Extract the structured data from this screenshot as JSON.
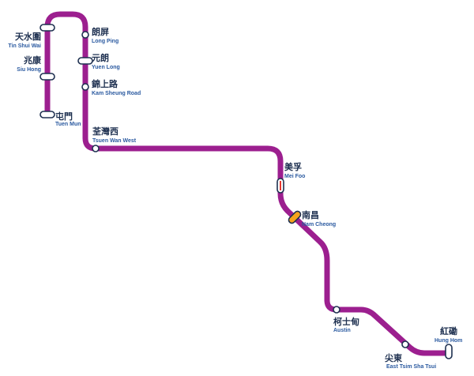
{
  "map": {
    "line_color": "#9c1f8f",
    "stations": [
      {
        "id": "tin-shui-wai",
        "zh": "天水圍",
        "en": "Tin Shui Wai",
        "interchange": true
      },
      {
        "id": "siu-hong",
        "zh": "兆康",
        "en": "Siu Hong",
        "interchange": true
      },
      {
        "id": "tuen-mun",
        "zh": "屯門",
        "en": "Tuen Mun",
        "interchange": true
      },
      {
        "id": "long-ping",
        "zh": "朗屏",
        "en": "Long Ping",
        "interchange": false
      },
      {
        "id": "yuen-long",
        "zh": "元朗",
        "en": "Yuen Long",
        "interchange": true
      },
      {
        "id": "kam-sheung-road",
        "zh": "錦上路",
        "en": "Kam Sheung Road",
        "interchange": false
      },
      {
        "id": "tsuen-wan-west",
        "zh": "荃灣西",
        "en": "Tsuen Wan West",
        "interchange": false
      },
      {
        "id": "mei-foo",
        "zh": "美孚",
        "en": "Mei Foo",
        "interchange": true,
        "connect_color": "#e2231a"
      },
      {
        "id": "nam-cheong",
        "zh": "南昌",
        "en": "Nam Cheong",
        "interchange": true,
        "connect_color": "#f7a21b"
      },
      {
        "id": "austin",
        "zh": "柯士甸",
        "en": "Austin",
        "interchange": false
      },
      {
        "id": "east-tsim-sha-tsui",
        "zh": "尖東",
        "en": "East Tsim Sha Tsui",
        "interchange": false
      },
      {
        "id": "hung-hom",
        "zh": "紅磡",
        "en": "Hung Hom",
        "interchange": true
      }
    ]
  }
}
